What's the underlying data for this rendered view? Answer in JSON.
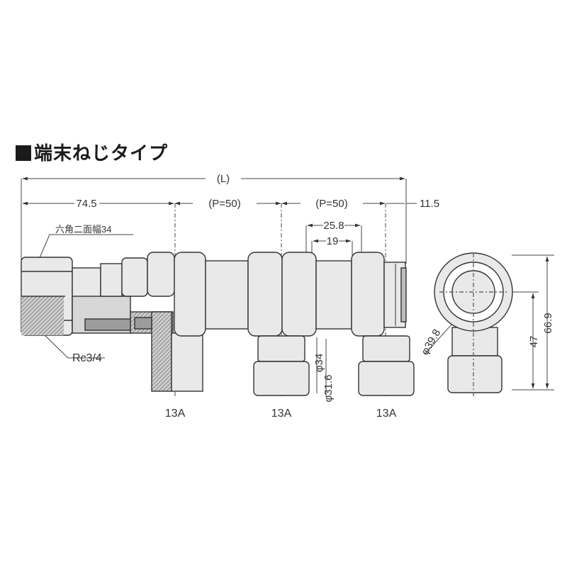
{
  "title": "端末ねじタイプ",
  "dimensions": {
    "overall_length": "(L)",
    "left_offset": "74.5",
    "pitch_1": "(P=50)",
    "pitch_2": "(P=50)",
    "right_offset": "11.5",
    "inner_span": "25.8",
    "inner_small": "19",
    "diameter_34": "φ34",
    "diameter_31_6": "φ31.6",
    "diameter_39_8": "φ39.8",
    "height_47": "47",
    "height_66_9": "66.9"
  },
  "labels": {
    "hex_width": "六角二面幅34",
    "thread": "Rc3/4",
    "outlet_1": "13A",
    "outlet_2": "13A",
    "outlet_3": "13A"
  },
  "colors": {
    "line": "#444444",
    "body_fill": "#e9e9e9",
    "section_fill": "#bdbdbd",
    "dark": "#222222"
  }
}
